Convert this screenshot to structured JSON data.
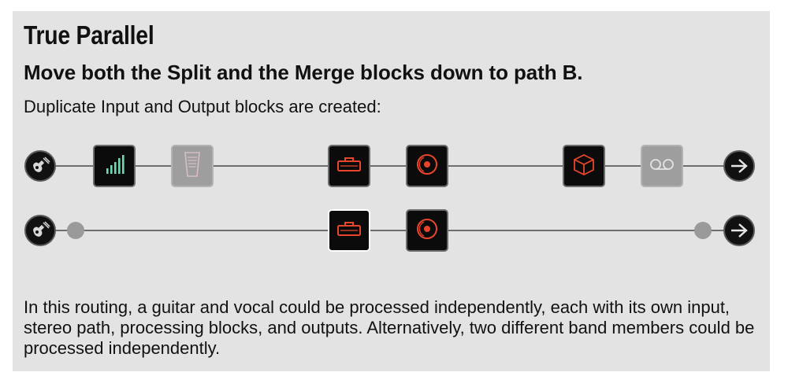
{
  "title": "True Parallel",
  "subtitle": "Move both the Split and the Merge blocks down to path B.",
  "description": "Duplicate Input and Output blocks are created:",
  "body": "In this routing, a guitar and vocal could be processed independently, each with its own input, stereo path, processing blocks, and outputs. Alternatively, two different band members could be processed independently.",
  "colors": {
    "panel_bg": "#e3e3e3",
    "block_bg": "#0b0b0b",
    "amp_red": "#e8452c",
    "eq_green": "#6fd8b0",
    "bypassed_gray": "#9e9e9e",
    "path_line": "#6f6f6f"
  },
  "path_a": {
    "blocks": [
      {
        "type": "input",
        "icon": "guitar-input-icon"
      },
      {
        "type": "eq",
        "icon": "eq-bars-icon",
        "state": "active"
      },
      {
        "type": "wah",
        "icon": "wah-pedal-icon",
        "state": "bypassed"
      },
      {
        "type": "amp",
        "icon": "amp-icon",
        "state": "active"
      },
      {
        "type": "cab",
        "icon": "speaker-cab-icon",
        "state": "active"
      },
      {
        "type": "fx",
        "icon": "cube-icon",
        "state": "active"
      },
      {
        "type": "looper",
        "icon": "tape-loop-icon",
        "state": "bypassed"
      },
      {
        "type": "output",
        "icon": "output-arrow-icon"
      }
    ]
  },
  "path_b": {
    "blocks": [
      {
        "type": "input",
        "icon": "guitar-input-icon"
      },
      {
        "type": "split",
        "icon": "split-dot"
      },
      {
        "type": "amp",
        "icon": "amp-icon",
        "state": "selected"
      },
      {
        "type": "cab",
        "icon": "speaker-cab-icon",
        "state": "active"
      },
      {
        "type": "merge",
        "icon": "merge-dot"
      },
      {
        "type": "output",
        "icon": "output-arrow-icon"
      }
    ]
  }
}
